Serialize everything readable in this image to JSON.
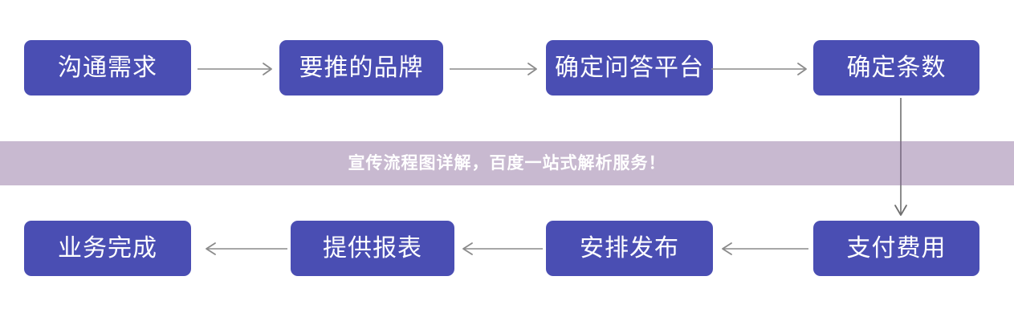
{
  "diagram": {
    "title": "宣传流程图",
    "node_color": "#4a4eb3",
    "arrow_color": "#8a8a8a",
    "text_color": "#ffffff",
    "top_row": [
      {
        "id": "n1",
        "label": "沟通需求"
      },
      {
        "id": "n2",
        "label": "要推的品牌"
      },
      {
        "id": "n3",
        "label": "确定问答平台"
      },
      {
        "id": "n4",
        "label": "确定条数"
      }
    ],
    "bottom_row": [
      {
        "id": "b1",
        "label": "业务完成"
      },
      {
        "id": "b2",
        "label": "提供报表"
      },
      {
        "id": "b3",
        "label": "安排发布"
      },
      {
        "id": "b4",
        "label": "支付费用"
      }
    ],
    "connectors": [
      {
        "id": "a1",
        "from": "沟通需求",
        "to": "要推的品牌",
        "direction": "right"
      },
      {
        "id": "a2",
        "from": "要推的品牌",
        "to": "确定问答平台",
        "direction": "right"
      },
      {
        "id": "a3",
        "from": "确定问答平台",
        "to": "确定条数",
        "direction": "right"
      },
      {
        "id": "a4",
        "from": "确定条数",
        "to": "支付费用",
        "direction": "down"
      },
      {
        "id": "a5",
        "from": "支付费用",
        "to": "安排发布",
        "direction": "left"
      },
      {
        "id": "a6",
        "from": "安排发布",
        "to": "提供报表",
        "direction": "left"
      },
      {
        "id": "a7",
        "from": "提供报表",
        "to": "业务完成",
        "direction": "left"
      }
    ]
  },
  "banner": {
    "text": "宣传流程图详解，百度一站式解析服务！",
    "background_color": "#ae9ebb",
    "text_color": "#ffffff"
  }
}
